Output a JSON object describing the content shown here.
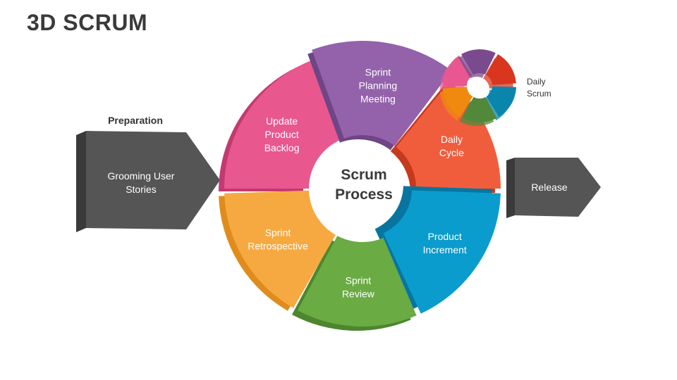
{
  "title": "3D SCRUM",
  "preparation": {
    "heading": "Preparation",
    "arrow_label": [
      "Grooming User",
      "Stories"
    ]
  },
  "release": {
    "label": "Release"
  },
  "center": {
    "lines": [
      "Scrum",
      "Process"
    ]
  },
  "daily_scrum": {
    "lines": [
      "Daily",
      "Scrum"
    ]
  },
  "segments": [
    {
      "id": "update-product-backlog",
      "lines": [
        "Update",
        "Product",
        "Backlog"
      ],
      "color": "#e9578f",
      "side": "#c23a70"
    },
    {
      "id": "sprint-planning-meeting",
      "lines": [
        "Sprint",
        "Planning",
        "Meeting"
      ],
      "color": "#9462ab",
      "side": "#6e4585"
    },
    {
      "id": "daily-cycle",
      "lines": [
        "Daily",
        "Cycle"
      ],
      "color": "#f05d3d",
      "side": "#c6391c"
    },
    {
      "id": "product-increment",
      "lines": [
        "Product",
        "Increment"
      ],
      "color": "#0a9ccc",
      "side": "#0875a0"
    },
    {
      "id": "sprint-review",
      "lines": [
        "Sprint",
        "Review"
      ],
      "color": "#6aab43",
      "side": "#4d862e"
    },
    {
      "id": "sprint-retrospective",
      "lines": [
        "Sprint",
        "Retrospective"
      ],
      "color": "#f7a941",
      "side": "#e08c1c"
    }
  ],
  "mini_colors": [
    "#e9578f",
    "#7a4a8e",
    "#d9361f",
    "#0a86ad",
    "#52883a",
    "#f08a0f"
  ],
  "arrow_colors": {
    "face": "#555555",
    "side": "#3a3a3a"
  }
}
